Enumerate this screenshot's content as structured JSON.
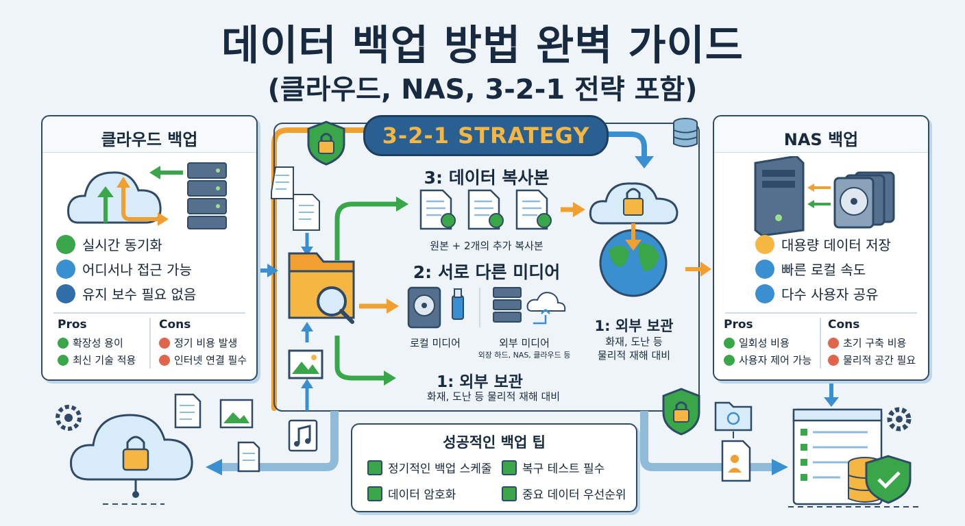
{
  "title": "데이터 백업 방법 완벽 가이드",
  "subtitle": "(클라우드, NAS, 3-2-1 전략 포함)",
  "cloud_panel": {
    "title": "클라우드 백업",
    "features": [
      "실시간 동기화",
      "어디서나 접근 가능",
      "유지 보수 필요 없음"
    ],
    "pros_label": "Pros",
    "pros": [
      "확장성 용이",
      "최신 기술 적용"
    ],
    "cons_label": "Cons",
    "cons": [
      "정기 비용 발생",
      "인터넷 연결 필수"
    ]
  },
  "nas_panel": {
    "title": "NAS 백업",
    "features": [
      "대용량 데이터 저장",
      "빠른 로컬 속도",
      "다수 사용자 공유"
    ],
    "pros_label": "Pros",
    "pros": [
      "일회성 비용",
      "사용자 제어 가능"
    ],
    "cons_label": "Cons",
    "cons": [
      "초기 구축 비용",
      "물리적 공간 필요"
    ]
  },
  "strategy": {
    "banner": "3-2-1 STRATEGY",
    "copies_title": "3: 데이터 복사본",
    "copies_caption": "원본 + 2개의 추가 복사본",
    "media_title": "2: 서로 다른 미디어",
    "local_media": "로컬 미디어",
    "external_media": "외부 미디어",
    "external_media_note": "외장 하드, NAS, 클라우드 등",
    "offsite_title_right": "1: 외부 보관",
    "offsite_caption_right_1": "화재, 도난 등",
    "offsite_caption_right_2": "물리적 재해 대비",
    "offsite_title_bottom": "1: 외부 보관",
    "offsite_caption_bottom": "화재, 도난 등 물리적 재해 대비"
  },
  "tips": {
    "title": "성공적인 백업 팁",
    "items": [
      "정기적인 백업 스케줄",
      "복구 테스트 필수",
      "데이터 암호화",
      "중요 데이터 우선순위"
    ]
  },
  "colors": {
    "navy": "#2f4a66",
    "blue": "#3a8fd0",
    "green": "#3aa64a",
    "orange": "#f0a030",
    "red": "#e0654a",
    "gold": "#f5b642"
  }
}
